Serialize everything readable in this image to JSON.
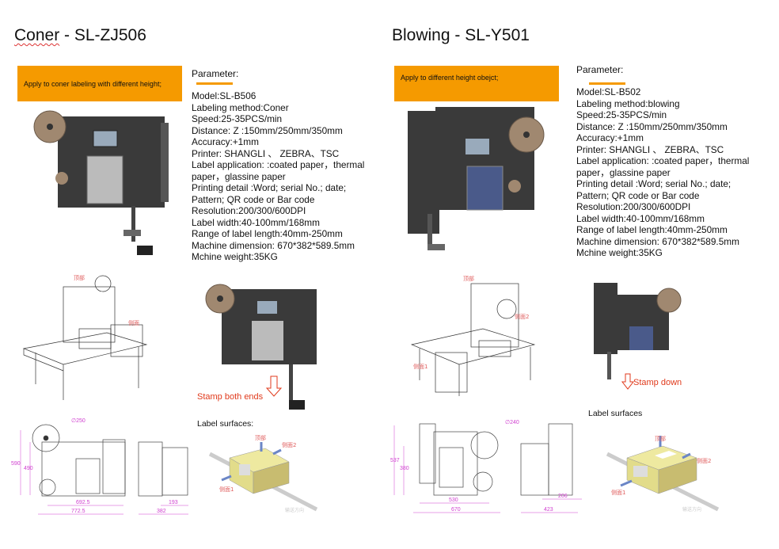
{
  "left": {
    "title_a": "Coner",
    "title_b": " - SL-ZJ506",
    "banner": "Apply to coner labeling with different height;",
    "param_heading": "Parameter:",
    "params": [
      "Model:SL-B506",
      "Labeling method:Coner",
      "Speed:25-35PCS/min",
      "Distance: Z :150mm/250mm/350mm",
      "Accuracy:+1mm",
      "Printer: SHANGLI 、 ZEBRA、TSC",
      "Label application: :coated paper，thermal",
      "paper，glassine paper",
      "Printing detail :Word; serial No.; date;",
      "Pattern; QR code or Bar code",
      "Resolution:200/300/600DPI",
      "Label width:40-100mm/168mm",
      "Range of label length:40mm-250mm",
      "Machine dimension: 670*382*589.5mm",
      "Mchine weight:35KG"
    ],
    "stamp_note": "Stamp both ends",
    "surfaces_heading": "Label surfaces:",
    "diagram_labels": {
      "top": "顶部",
      "side": "侧面"
    },
    "surface_labels": {
      "top": "顶部",
      "side1": "侧面1",
      "side2": "侧面2",
      "direction": "输送方向"
    },
    "dims": {
      "dia": "∅250",
      "h1": "590",
      "h2": "490",
      "w1": "692.5",
      "w2": "772.5",
      "s1": "193",
      "s2": "382"
    }
  },
  "right": {
    "title_a": "Blowing",
    "title_b": " - SL-Y501",
    "banner": "Apply to different height obejct;",
    "param_heading": "Parameter:",
    "params": [
      "Model:SL-B502",
      "Labeling method:blowing",
      "Speed:25-35PCS/min",
      "Distance: Z :150mm/250mm/350mm",
      "Accuracy:+1mm",
      "Printer: SHANGLI 、 ZEBRA、TSC",
      "Label application: :coated paper，thermal",
      "paper，glassine paper",
      "Printing detail :Word; serial No.; date;",
      "Pattern; QR code or Bar code",
      "Resolution:200/300/600DPI",
      "Label width:40-100mm/168mm",
      "Range of label length:40mm-250mm",
      "Machine dimension: 670*382*589.5mm",
      "Mchine weight:35KG"
    ],
    "stamp_note": "Stamp down",
    "surfaces_heading": "Label surfaces",
    "diagram_labels": {
      "top": "顶部",
      "side1": "侧面1",
      "side2": "侧面2"
    },
    "surface_labels": {
      "top": "顶部",
      "side1": "侧面1",
      "side2": "侧面2",
      "direction": "输送方向"
    },
    "dims": {
      "dia": "∅240",
      "h1": "537",
      "h2": "380",
      "w1": "530",
      "w2": "670",
      "s1": "206",
      "s2": "423"
    }
  },
  "colors": {
    "accent": "#f59a00",
    "note": "#e03a1c",
    "dimension": "#d040d0"
  }
}
